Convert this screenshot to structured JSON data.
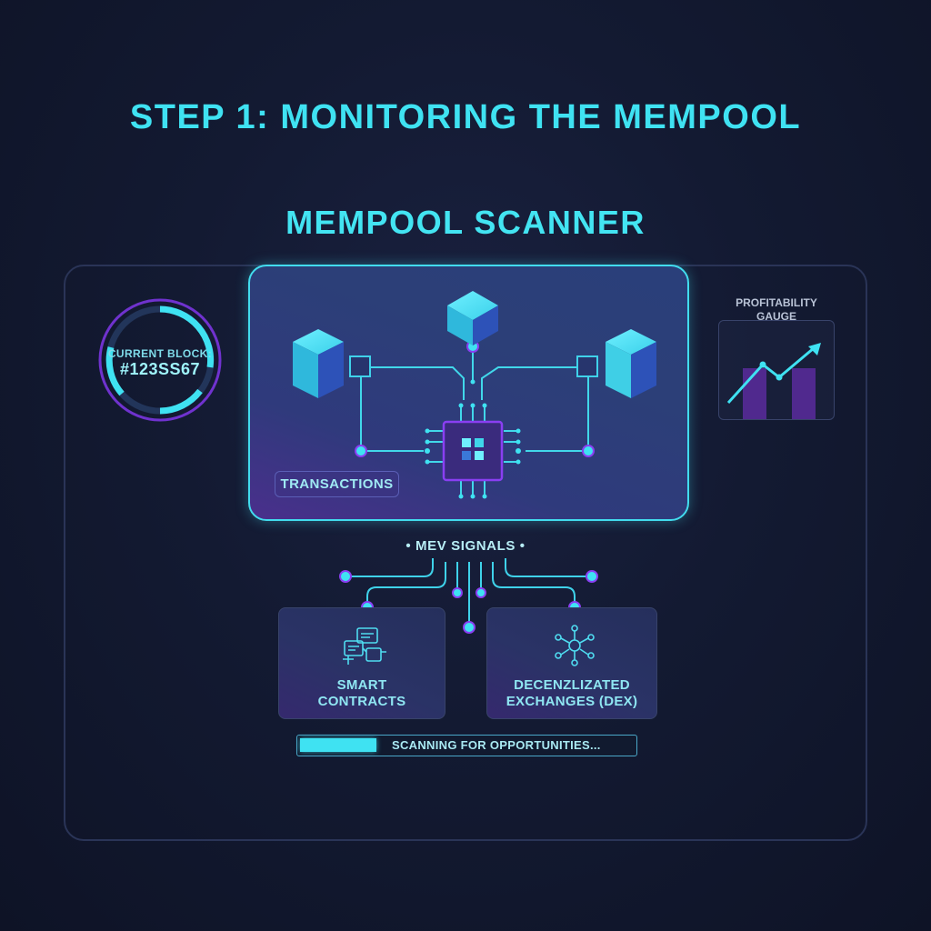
{
  "title": "STEP 1: MONITORING THE MEMPOOL",
  "subtitle": "MEMPOOL SCANNER",
  "block": {
    "label": "CURRENT BLOCK:",
    "value": "#123SS67"
  },
  "gauge": {
    "line1": "PROFITABILITY",
    "line2": "GAUGE"
  },
  "core": {
    "transactions_label": "TRANSACTIONS"
  },
  "signals": {
    "label": "• MEV SIGNALS •"
  },
  "cards": {
    "smart_contracts": {
      "line1": "SMART",
      "line2": "CONTRACTS"
    },
    "dex": {
      "line1": "DECENZLIZATED",
      "line2": "EXCHANGES (DEX)"
    }
  },
  "progress": {
    "label": "SCANNING FOR OPPORTUNITIES...",
    "fraction": 0.23
  },
  "colors": {
    "accent": "#3fe2f2",
    "purple": "#7a35e0",
    "background": "#131a32"
  }
}
